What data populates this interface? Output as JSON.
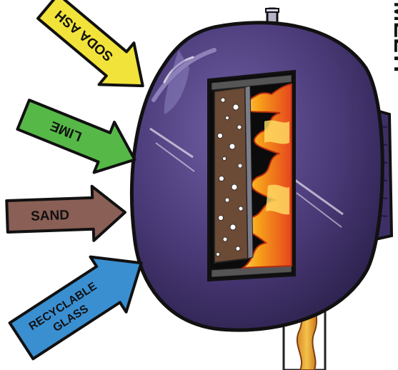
{
  "illustration": {
    "side_label": "MELTI",
    "ingredients": [
      {
        "label": "SODA ASH",
        "color": "#f2e33a"
      },
      {
        "label": "LIME",
        "color": "#56b947"
      },
      {
        "label": "SAND",
        "color": "#8a5f55"
      },
      {
        "label": "RECYCLABLE",
        "label2": "GLASS",
        "color": "#3a8fd1"
      }
    ],
    "furnace_color": "#4b3a78",
    "fire_colors": [
      "#f7a21b",
      "#e5471c",
      "#ffd84a"
    ]
  }
}
